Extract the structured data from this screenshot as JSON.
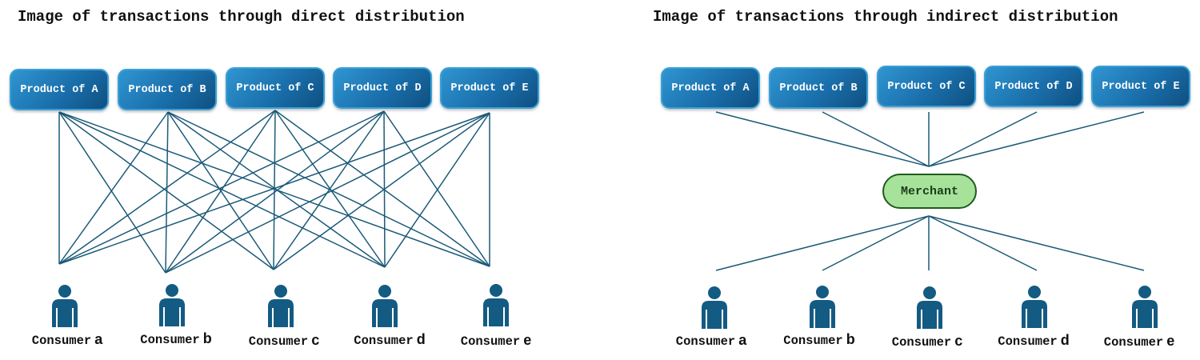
{
  "colors": {
    "product_fill": "#1a6fab",
    "product_border": "#3aa0d8",
    "line": "#1b5a78",
    "person": "#135b82",
    "merchant_fill": "#a6e29a",
    "merchant_border": "#1f5a1f"
  },
  "icons": {
    "consumer": "person-icon"
  },
  "left": {
    "title": "Image of transactions through direct distribution",
    "products": [
      "Product of A",
      "Product of B",
      "Product of C",
      "Product of D",
      "Product of E"
    ],
    "consumers": [
      {
        "label": "Consumer",
        "suffix": "a"
      },
      {
        "label": "Consumer",
        "suffix": "b"
      },
      {
        "label": "Consumer",
        "suffix": "c"
      },
      {
        "label": "Consumer",
        "suffix": "d"
      },
      {
        "label": "Consumer",
        "suffix": "e"
      }
    ]
  },
  "right": {
    "title": "Image of transactions through indirect distribution",
    "products": [
      "Product of A",
      "Product of B",
      "Product of C",
      "Product of D",
      "Product of E"
    ],
    "merchant": "Merchant",
    "consumers": [
      {
        "label": "Consumer",
        "suffix": "a"
      },
      {
        "label": "Consumer",
        "suffix": "b"
      },
      {
        "label": "Consumer",
        "suffix": "c"
      },
      {
        "label": "Consumer",
        "suffix": "d"
      },
      {
        "label": "Consumer",
        "suffix": "e"
      }
    ]
  }
}
